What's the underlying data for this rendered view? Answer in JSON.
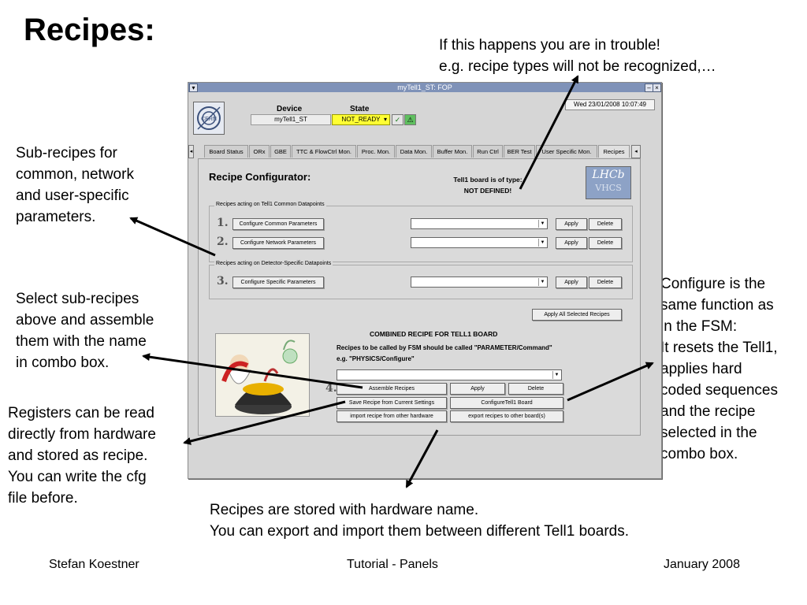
{
  "slide": {
    "title": "Recipes:",
    "footer": {
      "author": "Stefan Koestner",
      "topic": "Tutorial - Panels",
      "date": "January 2008"
    }
  },
  "notes": {
    "trouble": "If this happens you are in trouble!\ne.g. recipe types will not be recognized,…",
    "subrecipes": "Sub-recipes for\ncommon, network\nand user-specific\nparameters.",
    "select": "Select sub-recipes\nabove and assemble\nthem with the name\nin combo box.",
    "registers": "Registers can be read\ndirectly from hardware\nand stored as recipe.\nYou can write the cfg\nfile before.",
    "configure": "Configure is the\nsame function as\nin the FSM:\nIt resets the Tell1,\napplies hard\ncoded sequences\nand the recipe\nselected in the\ncombo box.",
    "stored": "Recipes are stored with hardware name.\nYou can export and import them between different Tell1 boards."
  },
  "window": {
    "title": "myTell1_ST: FOP",
    "logo_text": "CERN",
    "device_label": "Device",
    "state_label": "State",
    "device_value": "myTell1_ST",
    "state_value": "NOT_READY",
    "datetime": "Wed 23/01/2008     10:07:49",
    "tabs": [
      "Board Status",
      "ORx",
      "GBE",
      "TTC & FlowCtrl Mon.",
      "Proc. Mon.",
      "Data Mon.",
      "Buffer Mon.",
      "Run Ctrl",
      "BER Test",
      "User Specific Mon.",
      "Recipes"
    ],
    "configurator_title": "Recipe Configurator:",
    "board_type_line1": "Tell1 board is of type:",
    "board_type_line2": "NOT DEFINED!",
    "lhcb_logo": "LHCb",
    "group_common": "Recipes acting on Tell1 Common Datapoints",
    "group_specific": "Recipes acting on Detector-Specific Datapoints",
    "rows": [
      {
        "num": "1.",
        "button": "Configure Common Parameters"
      },
      {
        "num": "2.",
        "button": "Configure Network Parameters"
      },
      {
        "num": "3.",
        "button": "Configure Specific Parameters"
      }
    ],
    "apply": "Apply",
    "delete": "Delete",
    "apply_all": "Apply All Selected Recipes",
    "combined_title": "COMBINED RECIPE FOR TELL1 BOARD",
    "combined_note1": "Recipes to be called by FSM should be called \"PARAMETER/Command\"",
    "combined_note2": "e.g.  \"PHYSICS/Configure\"",
    "row4_num": "4.",
    "assemble": "Assemble Recipes",
    "save_recipe": "Save Recipe from Current Settings",
    "configure_tell1": "ConfigureTell1 Board",
    "import_recipe": "import recipe from other hardware",
    "export_recipes": "export recipes to other board(s)"
  }
}
